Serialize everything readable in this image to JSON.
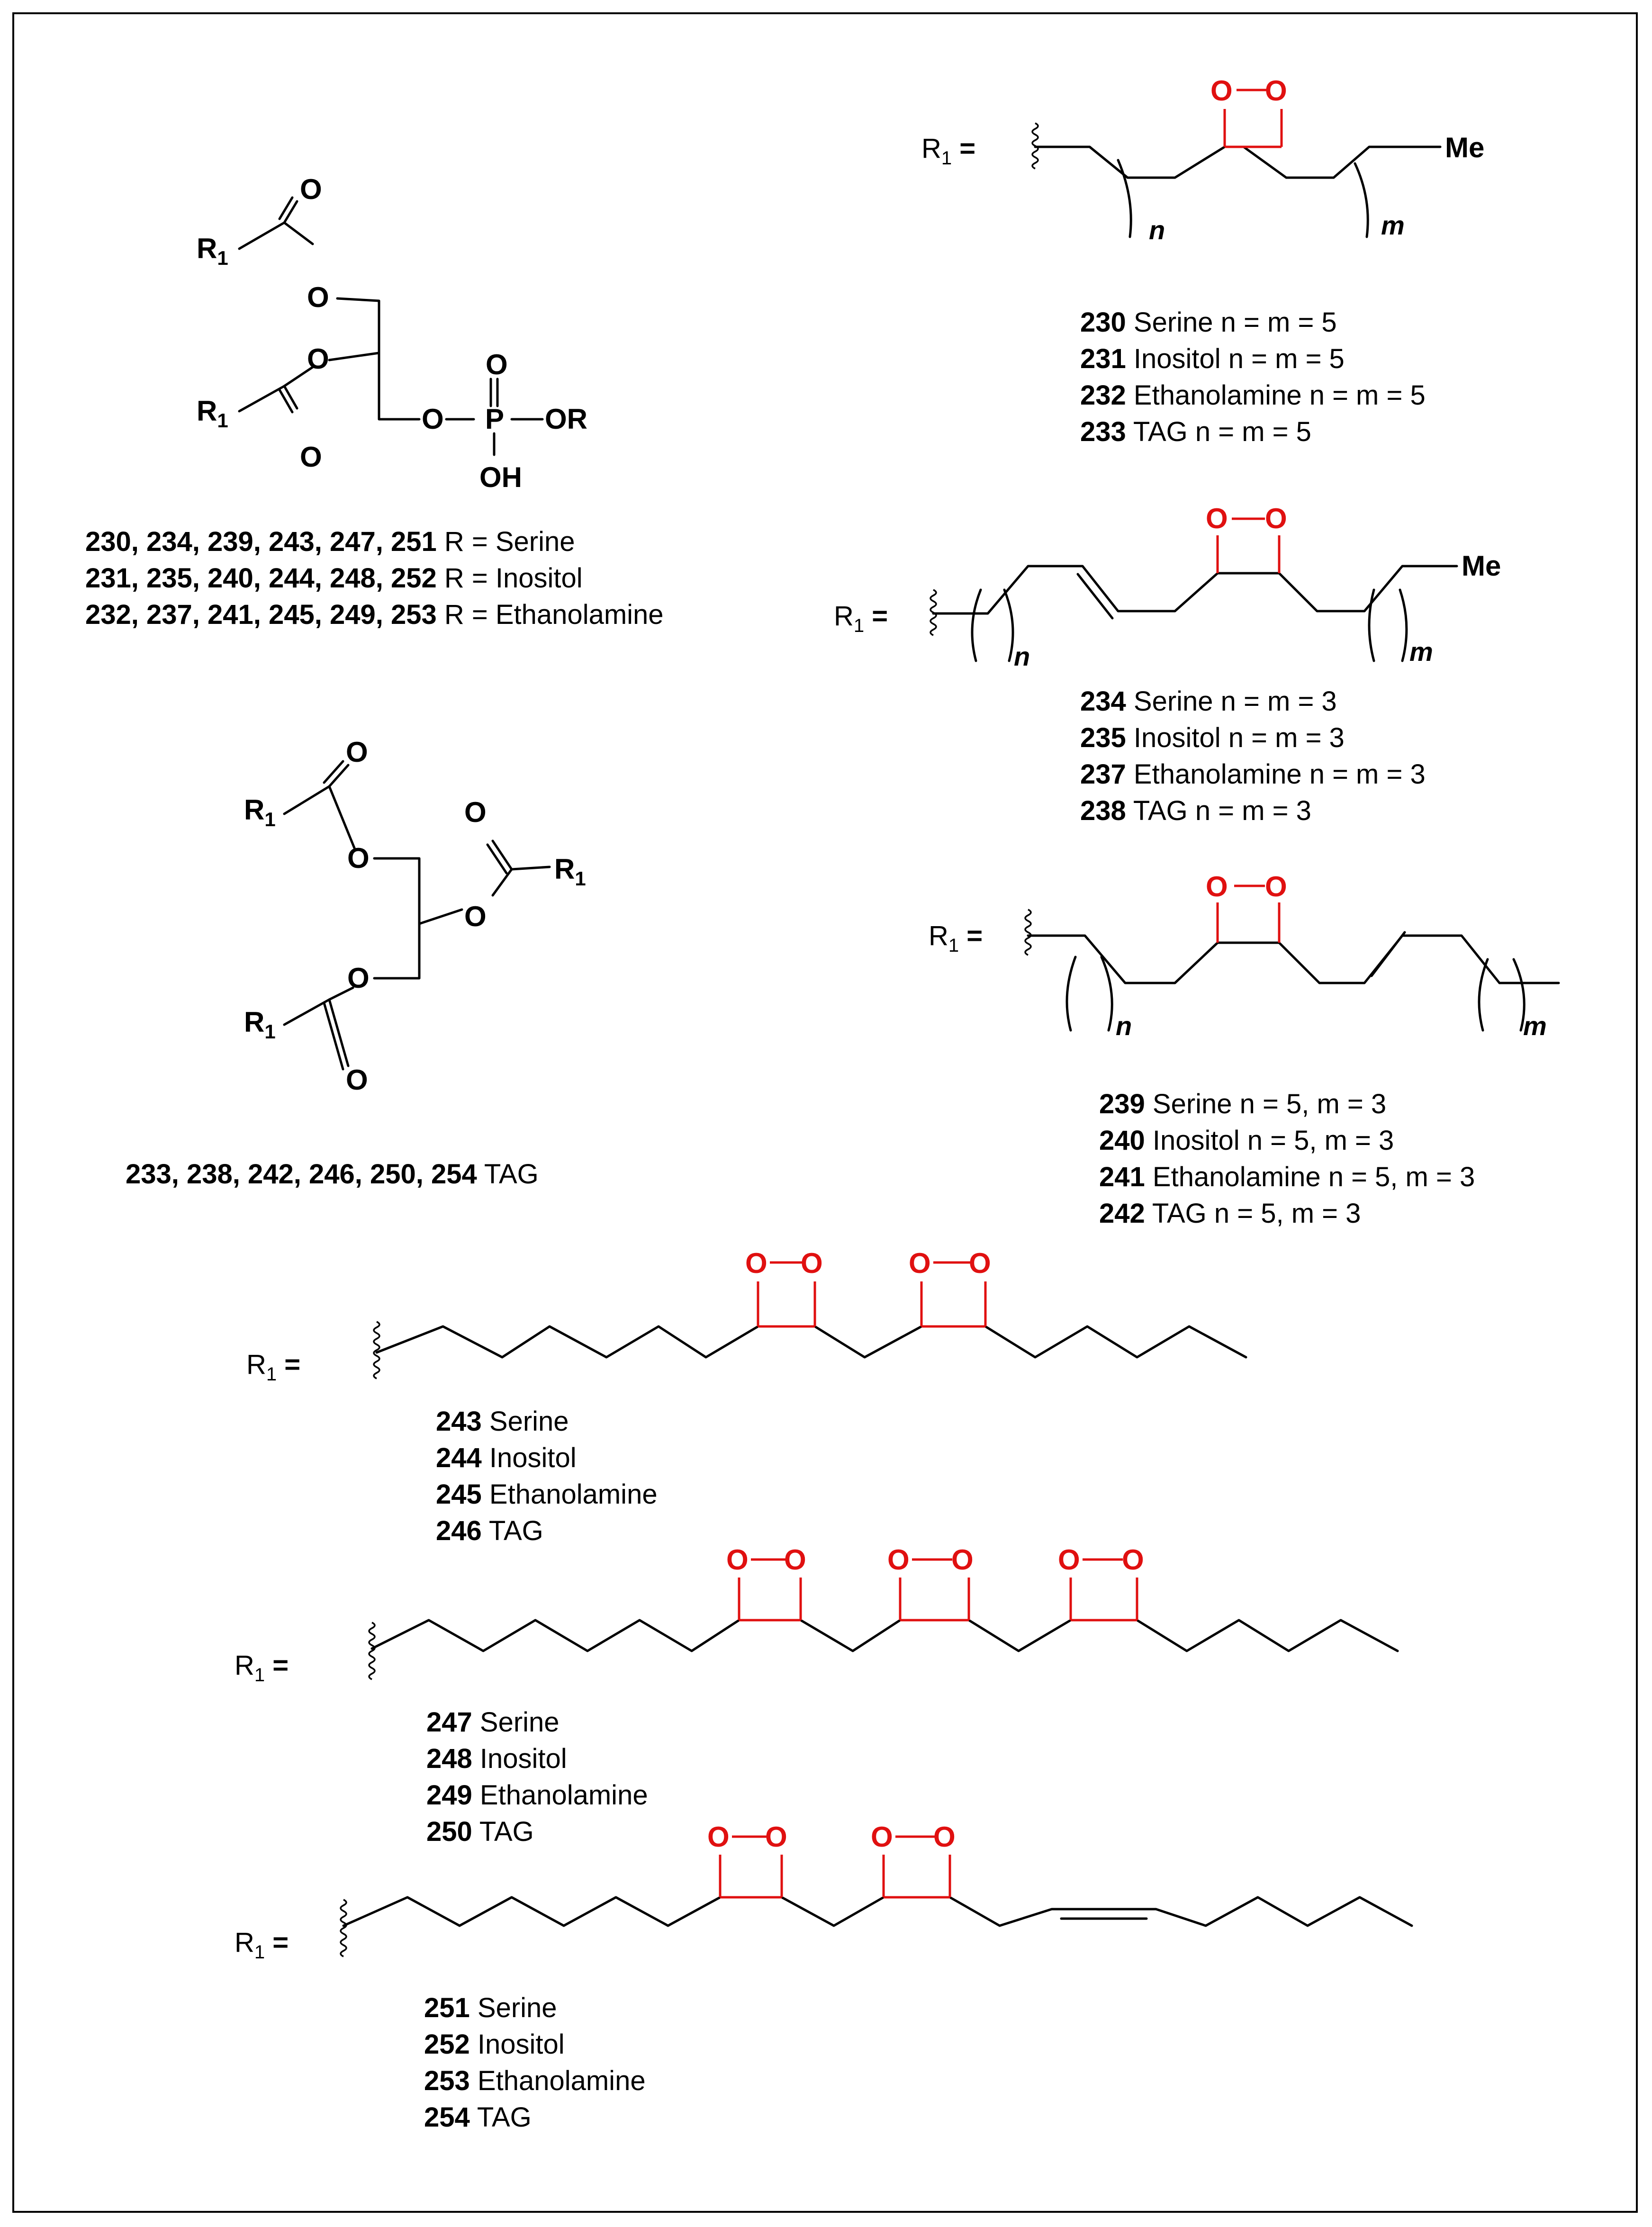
{
  "atoms": {
    "O": "O",
    "P": "P",
    "OH": "OH",
    "OR": "OR",
    "Me": "Me",
    "R": "R",
    "sub1": "1",
    "equals": "="
  },
  "indices": {
    "n": "n",
    "m": "m"
  },
  "phospholipid_caption": [
    {
      "nums": "230, 234, 239, 243, 247, 251",
      "text": " R = Serine"
    },
    {
      "nums": "231, 235, 240, 244, 248, 252",
      "text": " R = Inositol"
    },
    {
      "nums": "232, 237, 241, 245, 249, 253",
      "text": " R = Ethanolamine"
    }
  ],
  "tag_caption": {
    "nums": "233, 238, 242, 246, 250, 254",
    "text": " TAG"
  },
  "chain_a_labels": [
    {
      "num": "230",
      "text": " Serine n = m = 5"
    },
    {
      "num": "231",
      "text": " Inositol n = m = 5"
    },
    {
      "num": "232",
      "text": " Ethanolamine n = m = 5"
    },
    {
      "num": "233",
      "text": " TAG n = m = 5"
    }
  ],
  "chain_b_labels": [
    {
      "num": "234",
      "text": " Serine n = m = 3"
    },
    {
      "num": "235",
      "text": " Inositol n = m = 3"
    },
    {
      "num": "237",
      "text": " Ethanolamine n = m = 3"
    },
    {
      "num": "238",
      "text": " TAG n = m = 3"
    }
  ],
  "chain_c_labels": [
    {
      "num": "239",
      "text": " Serine n = 5, m = 3"
    },
    {
      "num": "240",
      "text": " Inositol n = 5, m = 3"
    },
    {
      "num": "241",
      "text": " Ethanolamine n = 5, m = 3"
    },
    {
      "num": "242",
      "text": " TAG n = 5, m = 3"
    }
  ],
  "chain_d_labels": [
    {
      "num": "243",
      "text": " Serine"
    },
    {
      "num": "244",
      "text": " Inositol"
    },
    {
      "num": "245",
      "text": " Ethanolamine"
    },
    {
      "num": "246",
      "text": " TAG"
    }
  ],
  "chain_e_labels": [
    {
      "num": "247",
      "text": " Serine"
    },
    {
      "num": "248",
      "text": " Inositol"
    },
    {
      "num": "249",
      "text": " Ethanolamine"
    },
    {
      "num": "250",
      "text": " TAG"
    }
  ],
  "chain_f_labels": [
    {
      "num": "251",
      "text": " Serine"
    },
    {
      "num": "252",
      "text": " Inositol"
    },
    {
      "num": "253",
      "text": " Ethanolamine"
    },
    {
      "num": "254",
      "text": " TAG"
    }
  ],
  "colors": {
    "peroxide": "#e01010",
    "bond": "#000000",
    "background": "#ffffff"
  }
}
